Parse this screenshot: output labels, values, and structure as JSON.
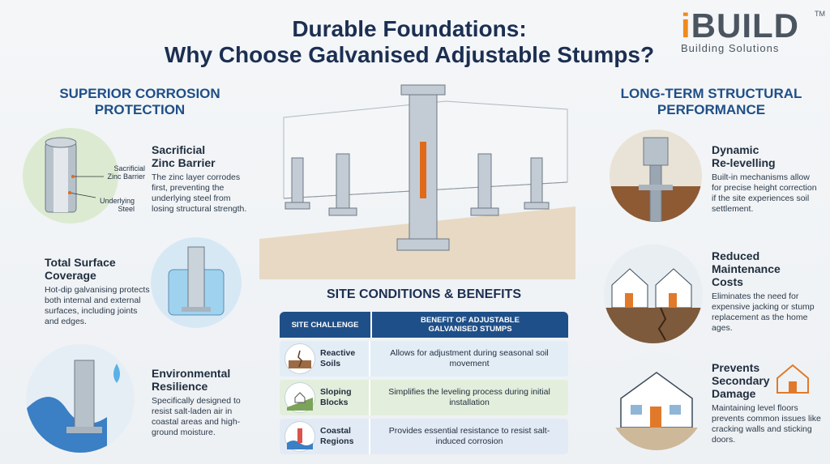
{
  "header": {
    "title_line1": "Durable Foundations:",
    "title_line2": "Why Choose Galvanised Adjustable Stumps?"
  },
  "logo": {
    "brand_i": "i",
    "brand_rest": "BUILD",
    "trademark": "TM",
    "tagline": "Building Solutions"
  },
  "left": {
    "heading_line1": "SUPERIOR CORROSION",
    "heading_line2": "PROTECTION",
    "features": [
      {
        "title_line1": "Sacrificial",
        "title_line2": "Zinc Barrier",
        "text": "The zinc layer corrodes first, preventing the underlying steel from losing structural strength.",
        "callout1_line1": "Sacrificial",
        "callout1_line2": "Zinc Barrier",
        "callout2_line1": "Underlying",
        "callout2_line2": "Steel"
      },
      {
        "title_line1": "Total Surface",
        "title_line2": "Coverage",
        "text": "Hot-dip galvanising protects both internal and external surfaces, including joints and edges."
      },
      {
        "title_line1": "Environmental",
        "title_line2": "Resilience",
        "text": "Specifically designed to resist salt-laden air in coastal areas and high-ground moisture."
      }
    ]
  },
  "right": {
    "heading_line1": "LONG-TERM STRUCTURAL",
    "heading_line2": "PERFORMANCE",
    "features": [
      {
        "title_line1": "Dynamic",
        "title_line2": "Re-levelling",
        "text": "Built-in mechanisms allow for precise height correction if the site experiences soil settlement."
      },
      {
        "title_line1": "Reduced",
        "title_line2": "Maintenance",
        "title_line3": "Costs",
        "text": "Eliminates the need for expensive jacking or stump replacement as the home ages."
      },
      {
        "title_line1": "Prevents",
        "title_line2": "Secondary",
        "title_line3": "Damage",
        "text": "Maintaining level floors prevents common issues like cracking walls and sticking doors."
      }
    ]
  },
  "table": {
    "heading": "SITE CONDITIONS & BENEFITS",
    "col1": "SITE CHALLENGE",
    "col2_line1": "BENEFIT OF ADJUSTABLE",
    "col2_line2": "GALVANISED STUMPS",
    "rows": [
      {
        "label_line1": "Reactive",
        "label_line2": "Soils",
        "benefit": "Allows for adjustment during seasonal soil movement",
        "icon": "cracked-soil-icon"
      },
      {
        "label_line1": "Sloping",
        "label_line2": "Blocks",
        "benefit": "Simplifies the leveling process during initial installation",
        "icon": "house-on-slope-icon"
      },
      {
        "label_line1": "Coastal",
        "label_line2": "Regions",
        "benefit": "Provides essential resistance to resist salt-induced corrosion",
        "icon": "lighthouse-icon"
      }
    ]
  },
  "colors": {
    "navy": "#1c2f52",
    "heading_blue": "#1f4f88",
    "orange": "#f08a1c",
    "steel": "#a9b4bf"
  }
}
